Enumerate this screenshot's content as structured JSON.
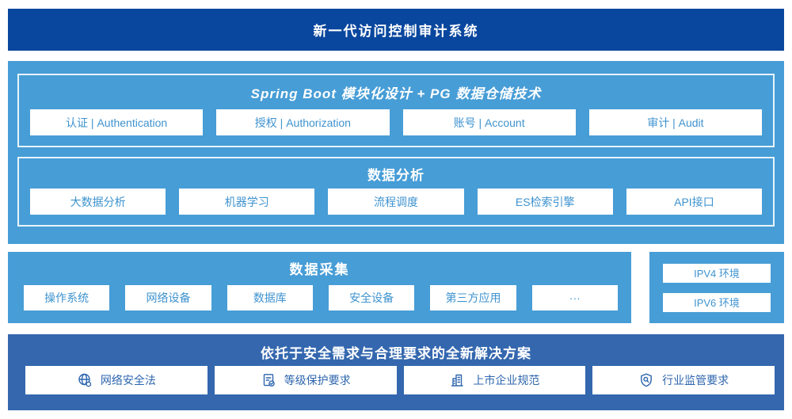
{
  "colors": {
    "banner_blue": "#09479e",
    "panel_blue": "#479dd6",
    "solution_blue": "#3467ae",
    "box_text_blue": "#3e93cf",
    "solution_text_blue": "#2e66ae"
  },
  "banner": {
    "title": "新一代访问控制审计系统"
  },
  "platform": {
    "modules": {
      "title": "Spring Boot 模块化设计 + PG 数据仓储技术",
      "items": [
        "认证 | Authentication",
        "授权 | Authorization",
        "账号 | Account",
        "审计 | Audit"
      ]
    },
    "analysis": {
      "title": "数据分析",
      "items": [
        "大数据分析",
        "机器学习",
        "流程调度",
        "ES检索引擎",
        "API接口"
      ]
    }
  },
  "collection": {
    "title": "数据采集",
    "items": [
      "操作系统",
      "网络设备",
      "数据库",
      "安全设备",
      "第三方应用",
      "···"
    ]
  },
  "environment": {
    "items": [
      "IPV4 环境",
      "IPV6 环境"
    ]
  },
  "solution": {
    "title": "依托于安全需求与合理要求的全新解决方案",
    "items": [
      {
        "icon": "globe-icon",
        "label": "网络安全法"
      },
      {
        "icon": "document-check-icon",
        "label": "等级保护要求"
      },
      {
        "icon": "building-icon",
        "label": "上市企业规范"
      },
      {
        "icon": "shield-search-icon",
        "label": "行业监管要求"
      }
    ]
  }
}
